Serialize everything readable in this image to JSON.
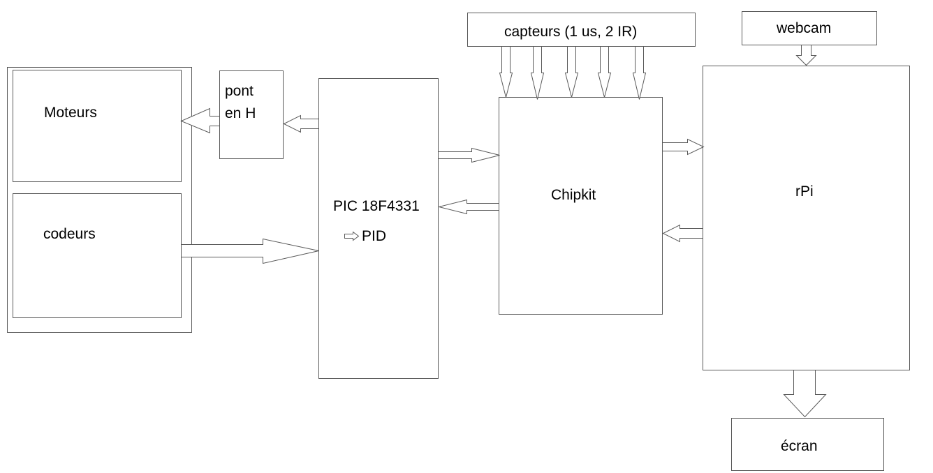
{
  "blocks": {
    "moteurs": "Moteurs",
    "codeurs": "codeurs",
    "pont_line1": "pont",
    "pont_line2": "en H",
    "pic": "PIC 18F4331",
    "pid": "PID",
    "chipkit": "Chipkit",
    "capteurs": "capteurs (1 us, 2 IR)",
    "webcam": "webcam",
    "rpi": "rPi",
    "ecran": "écran"
  }
}
